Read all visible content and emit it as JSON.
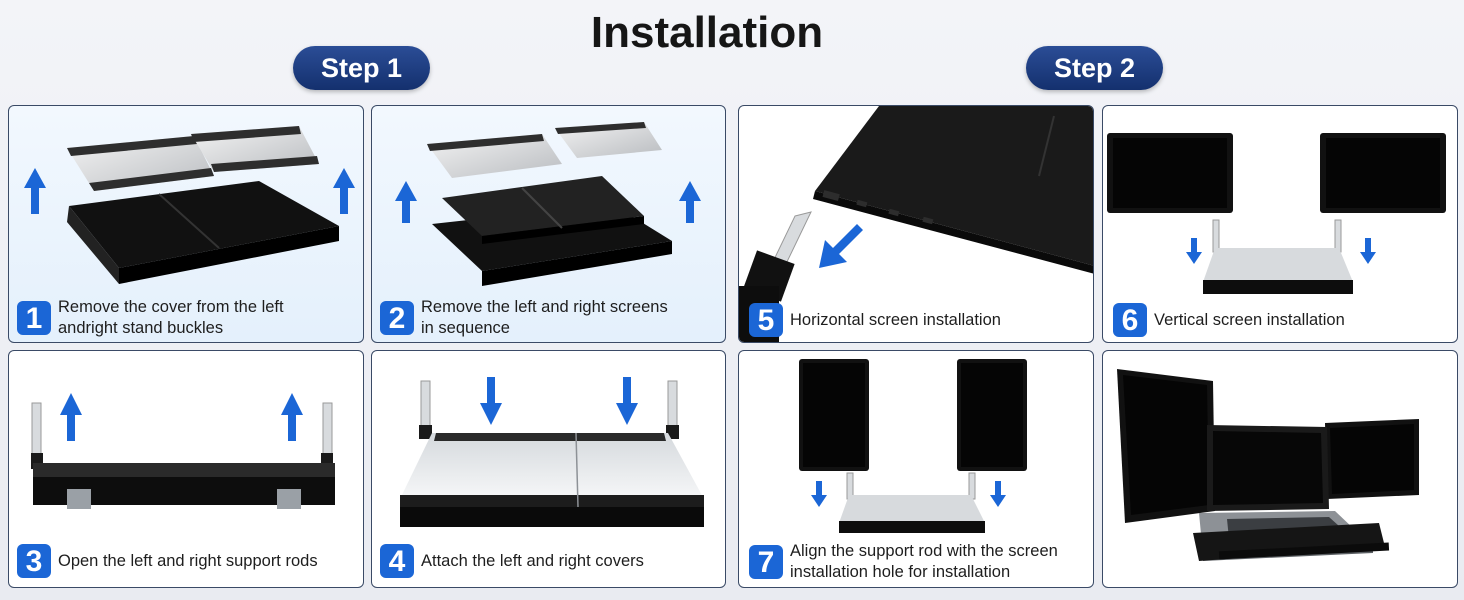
{
  "title": "Installation",
  "steps": {
    "step1_label": "Step 1",
    "step2_label": "Step 2"
  },
  "colors": {
    "accent": "#1b66d6",
    "pill": "#1b3a7c",
    "card_border": "#3a4a66"
  },
  "panels": [
    {
      "number": "1",
      "caption": "Remove the cover from the left\nandright stand buckles"
    },
    {
      "number": "2",
      "caption": "Remove the left and right screens\nin sequence"
    },
    {
      "number": "3",
      "caption": "Open the left and right support rods"
    },
    {
      "number": "4",
      "caption": "Attach the left and right covers"
    },
    {
      "number": "5",
      "caption": "Horizontal screen installation"
    },
    {
      "number": "6",
      "caption": "Vertical screen installation"
    },
    {
      "number": "7",
      "caption": "Align the support rod with the screen\ninstallation hole for installation"
    }
  ],
  "icons": [
    "arrow-up-icon",
    "arrow-down-icon",
    "arrow-diagonal-icon"
  ]
}
